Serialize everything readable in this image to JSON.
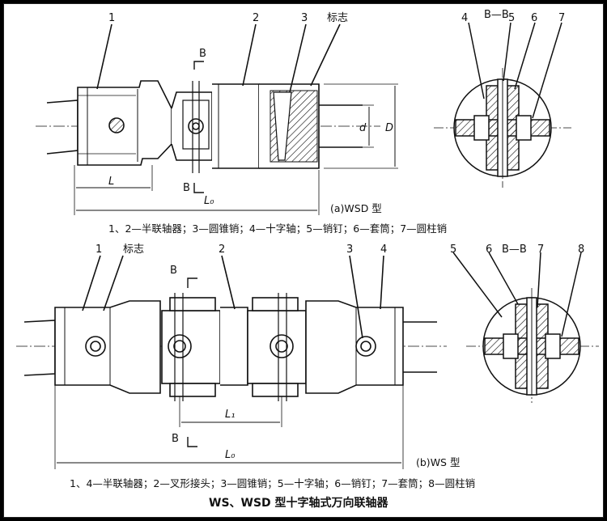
{
  "top_panel": {
    "callouts": {
      "n1": "1",
      "n2": "2",
      "n3": "3",
      "mark": "标志"
    },
    "section_label": "B—B",
    "section_callouts": {
      "n4": "4",
      "n5": "5",
      "n6": "6",
      "n7": "7"
    },
    "dims": {
      "B1": "B",
      "B2": "B",
      "L": "L",
      "L0": "L₀",
      "d": "d",
      "D": "D"
    },
    "subtitle": "(a)WSD 型",
    "legend": "1、2—半联轴器；3—圆锥销；4—十字轴；5—销钉；6—套筒；7—圆柱销"
  },
  "bottom_panel": {
    "callouts": {
      "n1": "1",
      "mark": "标志",
      "n2": "2",
      "n3": "3",
      "n4": "4"
    },
    "section_label": "B—B",
    "section_callouts": {
      "n5": "5",
      "n6": "6",
      "n7": "7",
      "n8": "8"
    },
    "dims": {
      "B1": "B",
      "B2": "B",
      "L1": "L₁",
      "L0": "L₀"
    },
    "subtitle": "(b)WS 型",
    "legend": "1、4—半联轴器；2—叉形接头；3—圆锥销；5—十字轴；6—销钉；7—套筒；8—圆柱销"
  },
  "title": "WS、WSD 型十字轴式万向联轴器"
}
